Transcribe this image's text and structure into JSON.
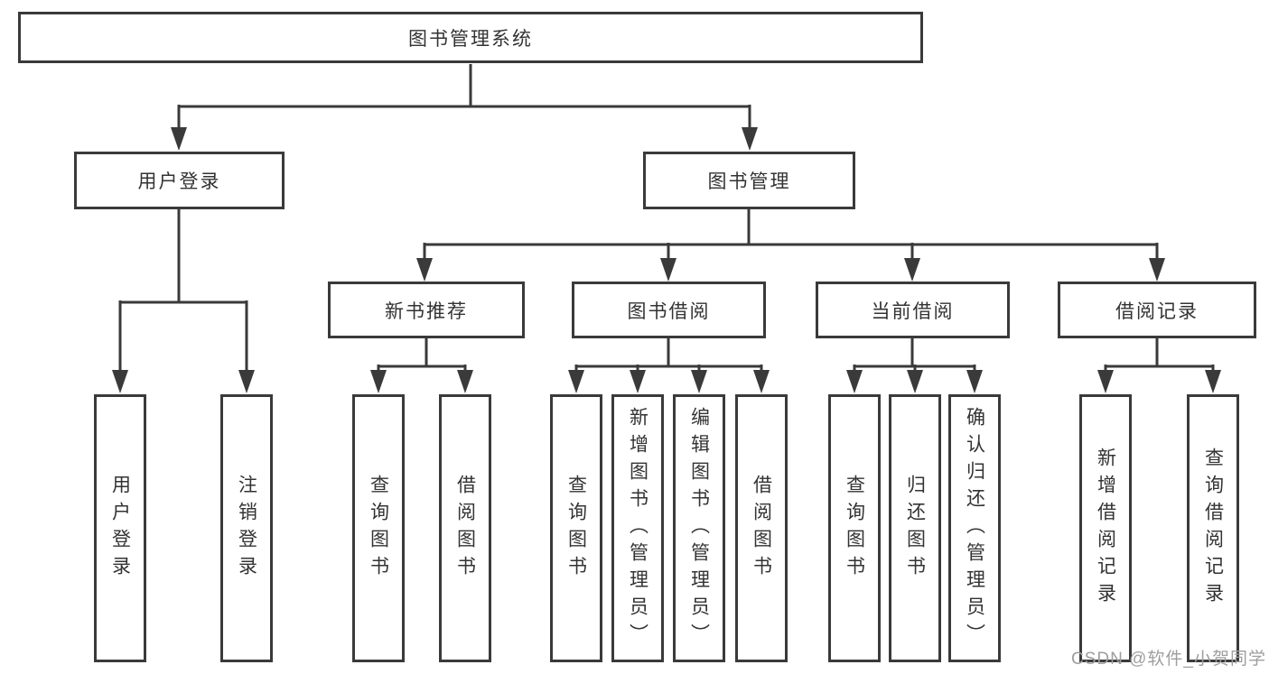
{
  "diagram_title": "图书管理系统",
  "watermark": {
    "text": "CSDN @软件_小贺同学"
  },
  "colors": {
    "line": "#3a3a3a",
    "text": "#333333",
    "watermark": "#9e9e9e",
    "background": "#ffffff"
  },
  "tree": {
    "root": {
      "label": "图书管理系统"
    },
    "branches": [
      {
        "label": "用户登录",
        "children": [
          {
            "label": "用户登录"
          },
          {
            "label": "注销登录"
          }
        ]
      },
      {
        "label": "图书管理",
        "children": [
          {
            "label": "新书推荐",
            "children": [
              {
                "label": "查询图书"
              },
              {
                "label": "借阅图书"
              }
            ]
          },
          {
            "label": "图书借阅",
            "children": [
              {
                "label": "查询图书"
              },
              {
                "label": "新增图书（管理员）"
              },
              {
                "label": "编辑图书（管理员）"
              },
              {
                "label": "借阅图书"
              }
            ]
          },
          {
            "label": "当前借阅",
            "children": [
              {
                "label": "查询图书"
              },
              {
                "label": "归还图书"
              },
              {
                "label": "确认归还（管理员）"
              }
            ]
          },
          {
            "label": "借阅记录",
            "children": [
              {
                "label": "新增借阅记录"
              },
              {
                "label": "查询借阅记录"
              }
            ]
          }
        ]
      }
    ]
  }
}
